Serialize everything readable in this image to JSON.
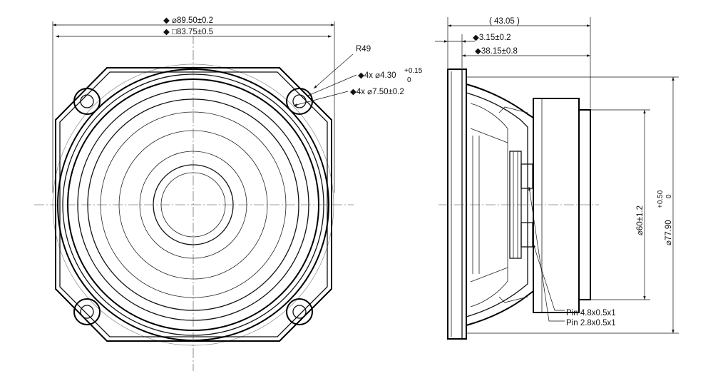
{
  "front_view": {
    "dia_outer": "◆ ⌀89.50±0.2",
    "square_size": "◆ □83.75±0.5",
    "radius": "R49",
    "hole_dia": "◆4x ⌀4.30",
    "hole_tol_upper": "+0.15",
    "hole_tol_lower": "0",
    "counterbore": "◆4x ⌀7.50±0.2"
  },
  "side_view": {
    "overall_depth": "( 43.05 )",
    "flange_thickness": "◆3.15±0.2",
    "mount_depth": "◆38.15±0.8",
    "magnet_dia": "⌀60±1.2",
    "cutout_dia": "⌀77.90",
    "cutout_tol_upper": "+0.50",
    "cutout_tol_lower": "0",
    "pin_1": "Pin 4.8x0.5x1",
    "pin_2": "Pin 2.8x0.5x1"
  }
}
